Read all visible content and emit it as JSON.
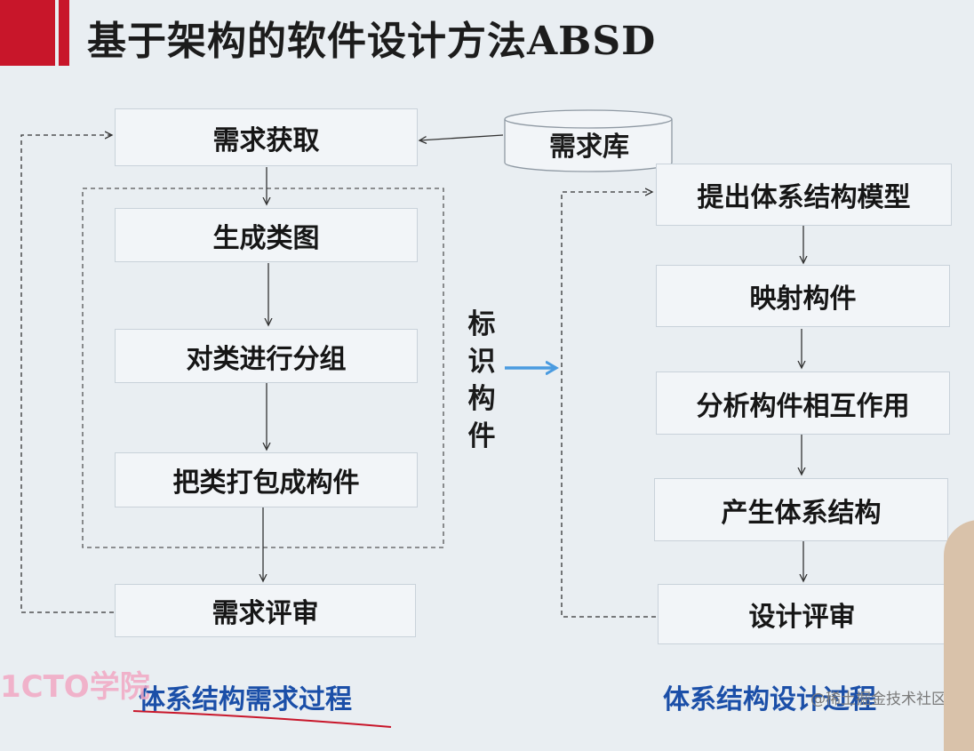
{
  "title": "基于架构的软件设计方法ABSD",
  "left_process": {
    "boxes": [
      "需求获取",
      "生成类图",
      "对类进行分组",
      "把类打包成构件",
      "需求评审"
    ],
    "caption": "体系结构需求过程"
  },
  "repository": {
    "label": "需求库"
  },
  "middle_label": [
    "标",
    "识",
    "构",
    "件"
  ],
  "right_process": {
    "boxes": [
      "提出体系结构模型",
      "映射构件",
      "分析构件相互作用",
      "产生体系结构",
      "设计评审"
    ],
    "caption": "体系结构设计过程"
  },
  "branding": {
    "logo": "1CTO学院",
    "watermark": "@稀土掘金技术社区"
  },
  "colors": {
    "accent_red": "#c8162a",
    "caption_blue": "#1b4fa8",
    "arrow_blue": "#4a9be0"
  }
}
